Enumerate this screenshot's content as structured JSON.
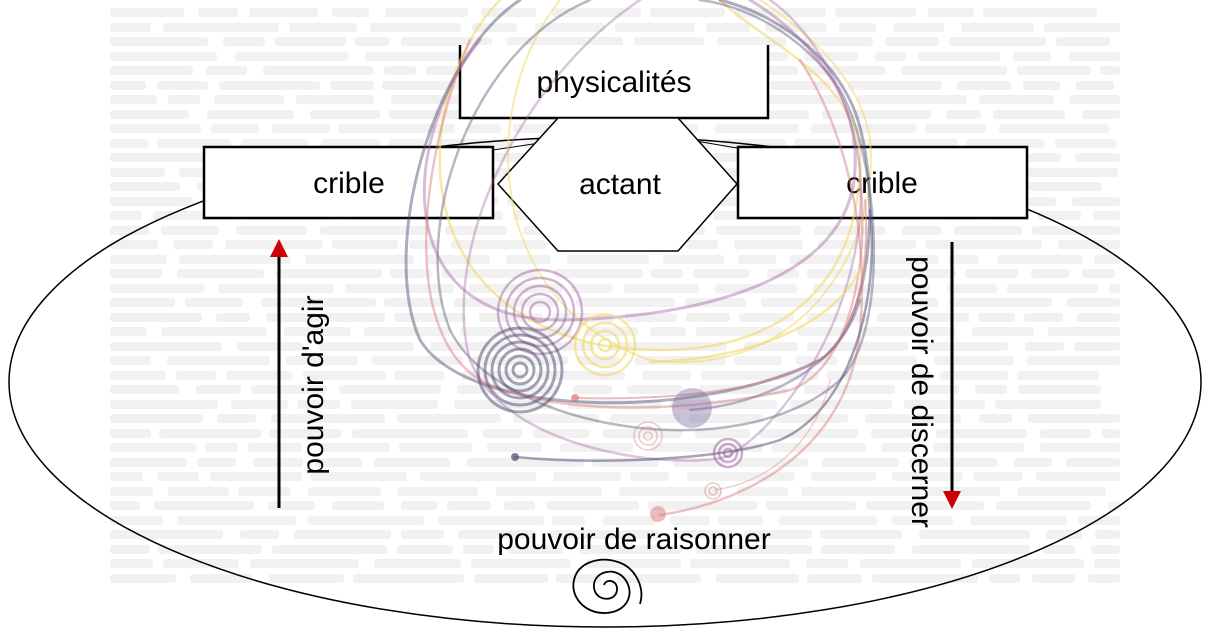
{
  "labels": {
    "physicalites": "physicalités",
    "actant": "actant",
    "crible_left": "crible",
    "crible_right": "crible",
    "pouvoir_agir": "pouvoir d'agir",
    "pouvoir_discerner": "pouvoir de discerner",
    "pouvoir_raisonner": "pouvoir de raisonner"
  },
  "colors": {
    "outline": "#000000",
    "arrow_head": "#cc0000",
    "thread_purple": "#9b5a9b",
    "thread_slate": "#4a4a6e",
    "thread_yellow": "#f2d96b",
    "thread_red": "#d9777a",
    "thread_lavender": "#7a6a9a"
  }
}
